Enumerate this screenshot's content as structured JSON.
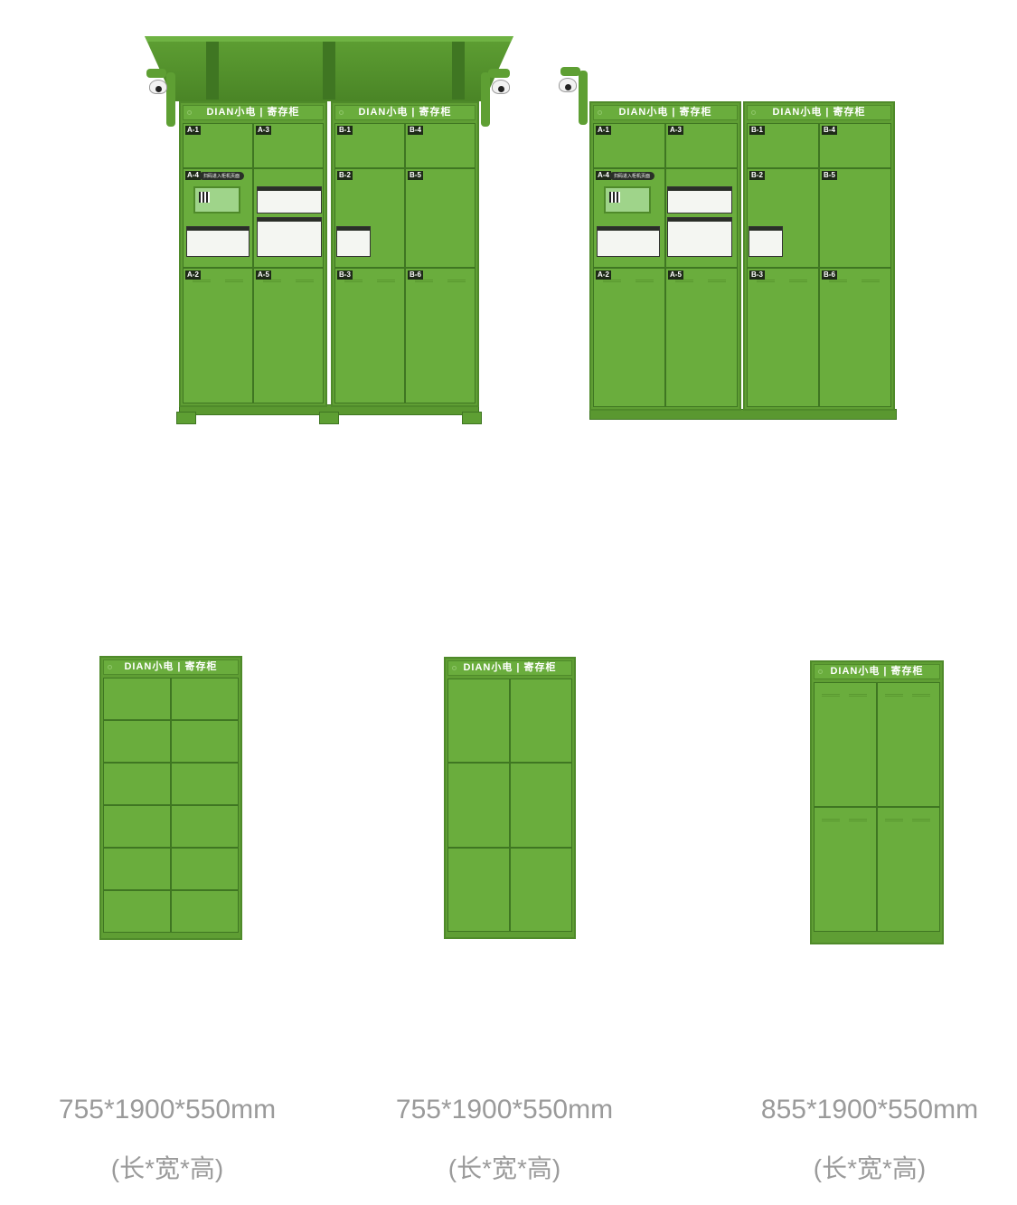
{
  "brand": "DIAN小电 | 寄存柜",
  "scan_hint": "扫码进入柜机页面",
  "colors": {
    "locker_green": "#6aad3d",
    "border_green": "#4f8a2a",
    "caption_gray": "#9a9a9a"
  },
  "top_lockers": [
    {
      "name": "canopy-locker",
      "cabinets": [
        {
          "doors": [
            "A-1",
            "A-4",
            "A-2",
            "A-3",
            "",
            "A-5"
          ]
        },
        {
          "doors": [
            "B-1",
            "B-2",
            "B-3",
            "B-4",
            "B-5",
            "B-6"
          ]
        }
      ]
    },
    {
      "name": "standard-locker",
      "cabinets": [
        {
          "doors": [
            "A-1",
            "A-4",
            "A-2",
            "A-3",
            "",
            "A-5"
          ]
        },
        {
          "doors": [
            "B-1",
            "B-2",
            "B-3",
            "B-4",
            "B-5",
            "B-6"
          ]
        }
      ]
    }
  ],
  "models": [
    {
      "rows": 6,
      "dimensions": "755*1900*550mm",
      "dimension_note": "(长*宽*高)"
    },
    {
      "rows": 3,
      "dimensions": "755*1900*550mm",
      "dimension_note": "(长*宽*高)"
    },
    {
      "rows": 2,
      "dimensions": "855*1900*550mm",
      "dimension_note": "(长*宽*高)"
    }
  ]
}
